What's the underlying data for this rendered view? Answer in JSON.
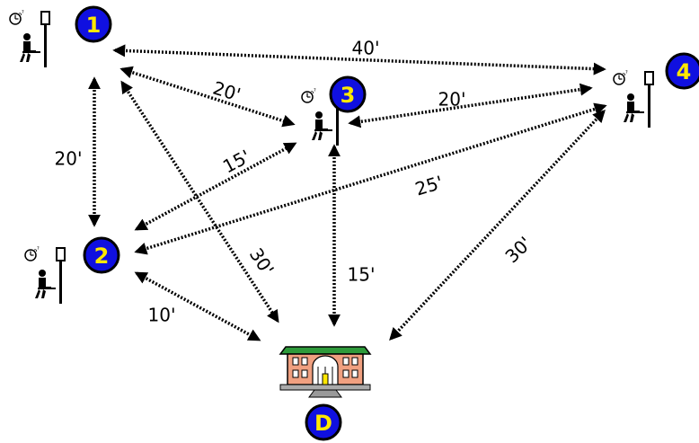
{
  "nodes": [
    {
      "id": "1",
      "label": "1",
      "icon": "bus-stop-icon"
    },
    {
      "id": "2",
      "label": "2",
      "icon": "bus-stop-icon"
    },
    {
      "id": "3",
      "label": "3",
      "icon": "bus-stop-icon"
    },
    {
      "id": "4",
      "label": "4",
      "icon": "bus-stop-icon"
    },
    {
      "id": "D",
      "label": "D",
      "icon": "depot-building-icon"
    }
  ],
  "edges": [
    {
      "from": "1",
      "to": "4",
      "distance": "40'"
    },
    {
      "from": "1",
      "to": "3",
      "distance": "20'"
    },
    {
      "from": "1",
      "to": "2",
      "distance": "20'"
    },
    {
      "from": "1",
      "to": "D",
      "distance": "30'"
    },
    {
      "from": "3",
      "to": "4",
      "distance": "20'"
    },
    {
      "from": "2",
      "to": "3",
      "distance": "15'"
    },
    {
      "from": "2",
      "to": "4",
      "distance": "25'"
    },
    {
      "from": "3",
      "to": "D",
      "distance": "15'"
    },
    {
      "from": "2",
      "to": "D",
      "distance": "10'"
    },
    {
      "from": "4",
      "to": "D",
      "distance": "30'"
    }
  ],
  "colors": {
    "badge_fill": "#1010e0",
    "badge_stroke": "#000000",
    "badge_text": "#ffe800",
    "building_wall": "#f0a080",
    "building_roof": "#2e9a3a",
    "arrow": "#000000"
  }
}
